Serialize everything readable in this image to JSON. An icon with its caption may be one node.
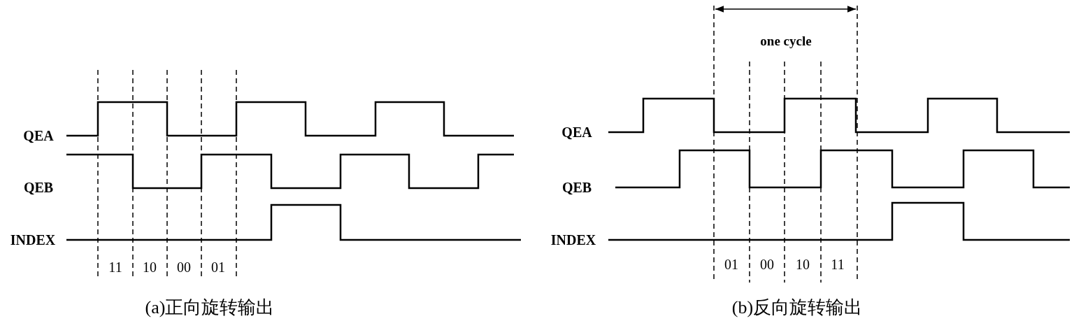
{
  "diagram": {
    "labels": [
      "one cycle",
      "QEA",
      "QEA",
      "QEB",
      "QEB",
      "INDEX",
      "INDEX",
      "11",
      "10",
      "00",
      "01",
      "01",
      "00",
      "10",
      "11",
      "(a)正向旋转输出",
      "(b)反向旋转输出"
    ]
  }
}
